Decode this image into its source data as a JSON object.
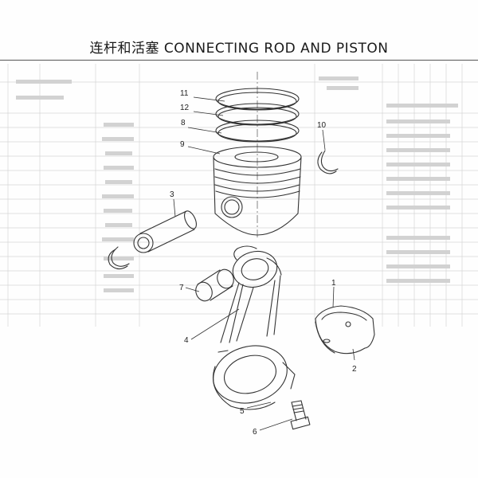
{
  "title": "连杆和活塞 CONNECTING ROD AND PISTON",
  "callouts": [
    {
      "id": "c1",
      "text": "1"
    },
    {
      "id": "c2",
      "text": "2"
    },
    {
      "id": "c3",
      "text": "3"
    },
    {
      "id": "c4",
      "text": "4"
    },
    {
      "id": "c5",
      "text": "5"
    },
    {
      "id": "c6",
      "text": "6"
    },
    {
      "id": "c7",
      "text": "7"
    },
    {
      "id": "c8",
      "text": "8"
    },
    {
      "id": "c9",
      "text": "9"
    },
    {
      "id": "c10",
      "text": "10"
    },
    {
      "id": "c11",
      "text": "11"
    },
    {
      "id": "c12",
      "text": "12"
    }
  ],
  "colors": {
    "line": "#3a3a3a",
    "bleed": "#cfcfcf",
    "paper": "#fefefe"
  }
}
